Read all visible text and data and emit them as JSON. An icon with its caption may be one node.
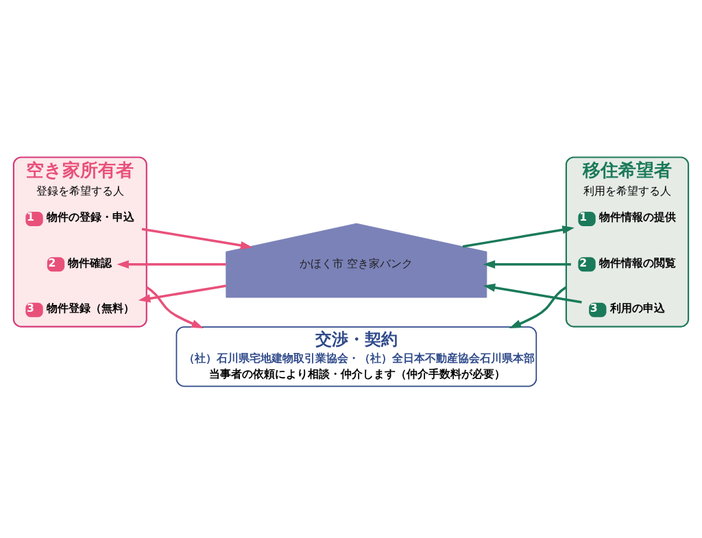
{
  "diagram": {
    "nodes": [
      {
        "text": [
          "空き家所有者",
          "登録を希望する人"
        ]
      },
      {
        "text": [
          "1",
          "物件の登録・申込"
        ],
        "in": 0
      },
      {
        "text": [
          "2",
          "物件確認"
        ],
        "in": 0
      },
      {
        "text": [
          "3",
          "物件登録（無料）"
        ],
        "in": 0
      },
      {
        "text": [
          "移住希望者",
          "利用を希望する人"
        ]
      },
      {
        "text": [
          "1",
          "物件情報の提供"
        ],
        "in": 4
      },
      {
        "text": [
          "2",
          "物件情報の閲覧"
        ],
        "in": 4
      },
      {
        "text": [
          "3",
          "利用の申込"
        ],
        "in": 4
      },
      {
        "text": [
          "かほく市 空き家バンク"
        ]
      },
      {
        "text": [
          "交渉・契約",
          "（社）石川県宅地建物取引業協会・（社）全日本不動産協会石川県本部",
          "当事者の依頼により相談・仲介します（仲介手数料が必要）"
        ]
      }
    ],
    "edges": [
      {
        "from": 1,
        "to": 8,
        "arrow": "to",
        "color": "#e8507a"
      },
      {
        "from": 8,
        "to": 2,
        "arrow": "to",
        "color": "#e8507a"
      },
      {
        "from": 8,
        "to": 3,
        "arrow": "to",
        "color": "#e8507a"
      },
      {
        "from": 8,
        "to": 5,
        "arrow": "to",
        "color": "#1a7a5a"
      },
      {
        "from": 6,
        "to": 8,
        "arrow": "to",
        "color": "#1a7a5a"
      },
      {
        "from": 7,
        "to": 8,
        "arrow": "to",
        "color": "#1a7a5a"
      },
      {
        "from": 0,
        "to": 9,
        "arrow": "to",
        "color": "#e8507a"
      },
      {
        "from": 4,
        "to": 9,
        "arrow": "to",
        "color": "#1a7a5a"
      }
    ]
  }
}
